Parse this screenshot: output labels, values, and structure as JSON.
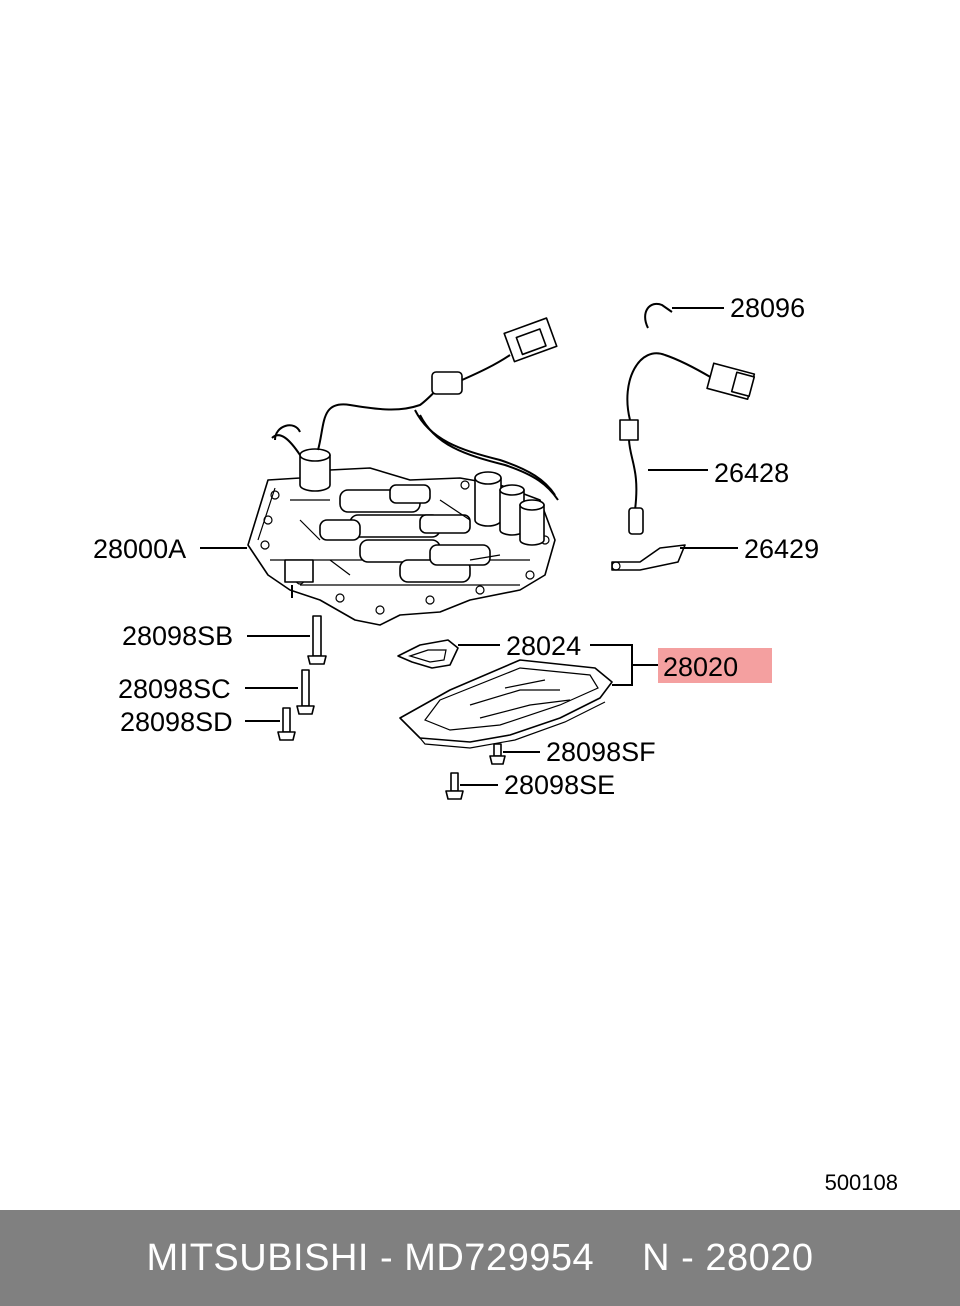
{
  "labels": {
    "p28096": "28096",
    "p26428": "26428",
    "p26429": "26429",
    "p28000A": "28000A",
    "p28098SB": "28098SB",
    "p28024": "28024",
    "p28020": "28020",
    "p28098SC": "28098SC",
    "p28098SD": "28098SD",
    "p28098SF": "28098SF",
    "p28098SE": "28098SE"
  },
  "highlight_color": "#f4a0a0",
  "diagram_code": "500108",
  "footer": {
    "brand_part": "MITSUBISHI - MD729954",
    "ref": "N - 28020"
  }
}
